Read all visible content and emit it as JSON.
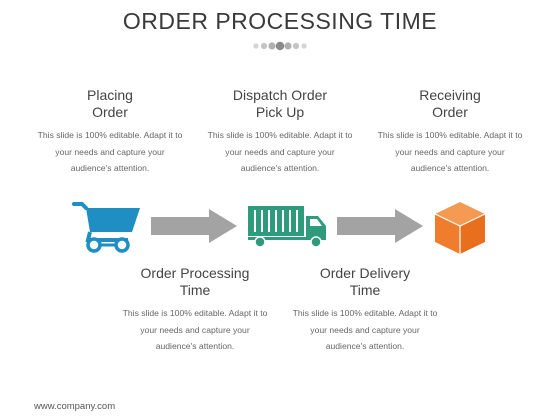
{
  "slide": {
    "title": "ORDER PROCESSING TIME",
    "footer": "www.company.com"
  },
  "steps": [
    {
      "label_line1": "Placing",
      "label_line2": "Order",
      "text": "This slide is 100% editable. Adapt it to your needs and capture your audience's attention."
    },
    {
      "label_line1": "Order Processing",
      "label_line2": "Time",
      "text": "This slide is 100% editable. Adapt it to your needs and capture your audience's attention."
    },
    {
      "label_line1": "Dispatch Order",
      "label_line2": "Pick Up",
      "text": "This slide is 100% editable. Adapt it to your needs and capture your audience's attention."
    },
    {
      "label_line1": "Order Delivery",
      "label_line2": "Time",
      "text": "This slide is 100% editable. Adapt it to your needs and capture your audience's attention."
    },
    {
      "label_line1": "Receiving",
      "label_line2": "Order",
      "text": "This slide is 100% editable. Adapt it to your needs and capture your audience's attention."
    }
  ],
  "icons": {
    "cart": "shopping-cart-icon",
    "truck": "delivery-truck-icon",
    "box": "package-box-icon",
    "arrow": "right-arrow-icon"
  },
  "colors": {
    "cart": "#1f8fc3",
    "truck": "#2e9b7c",
    "box": "#f07d2e",
    "arrow": "#a3a3a3",
    "dots": "#c9c9c9",
    "dot_active": "#8a8a8a"
  }
}
